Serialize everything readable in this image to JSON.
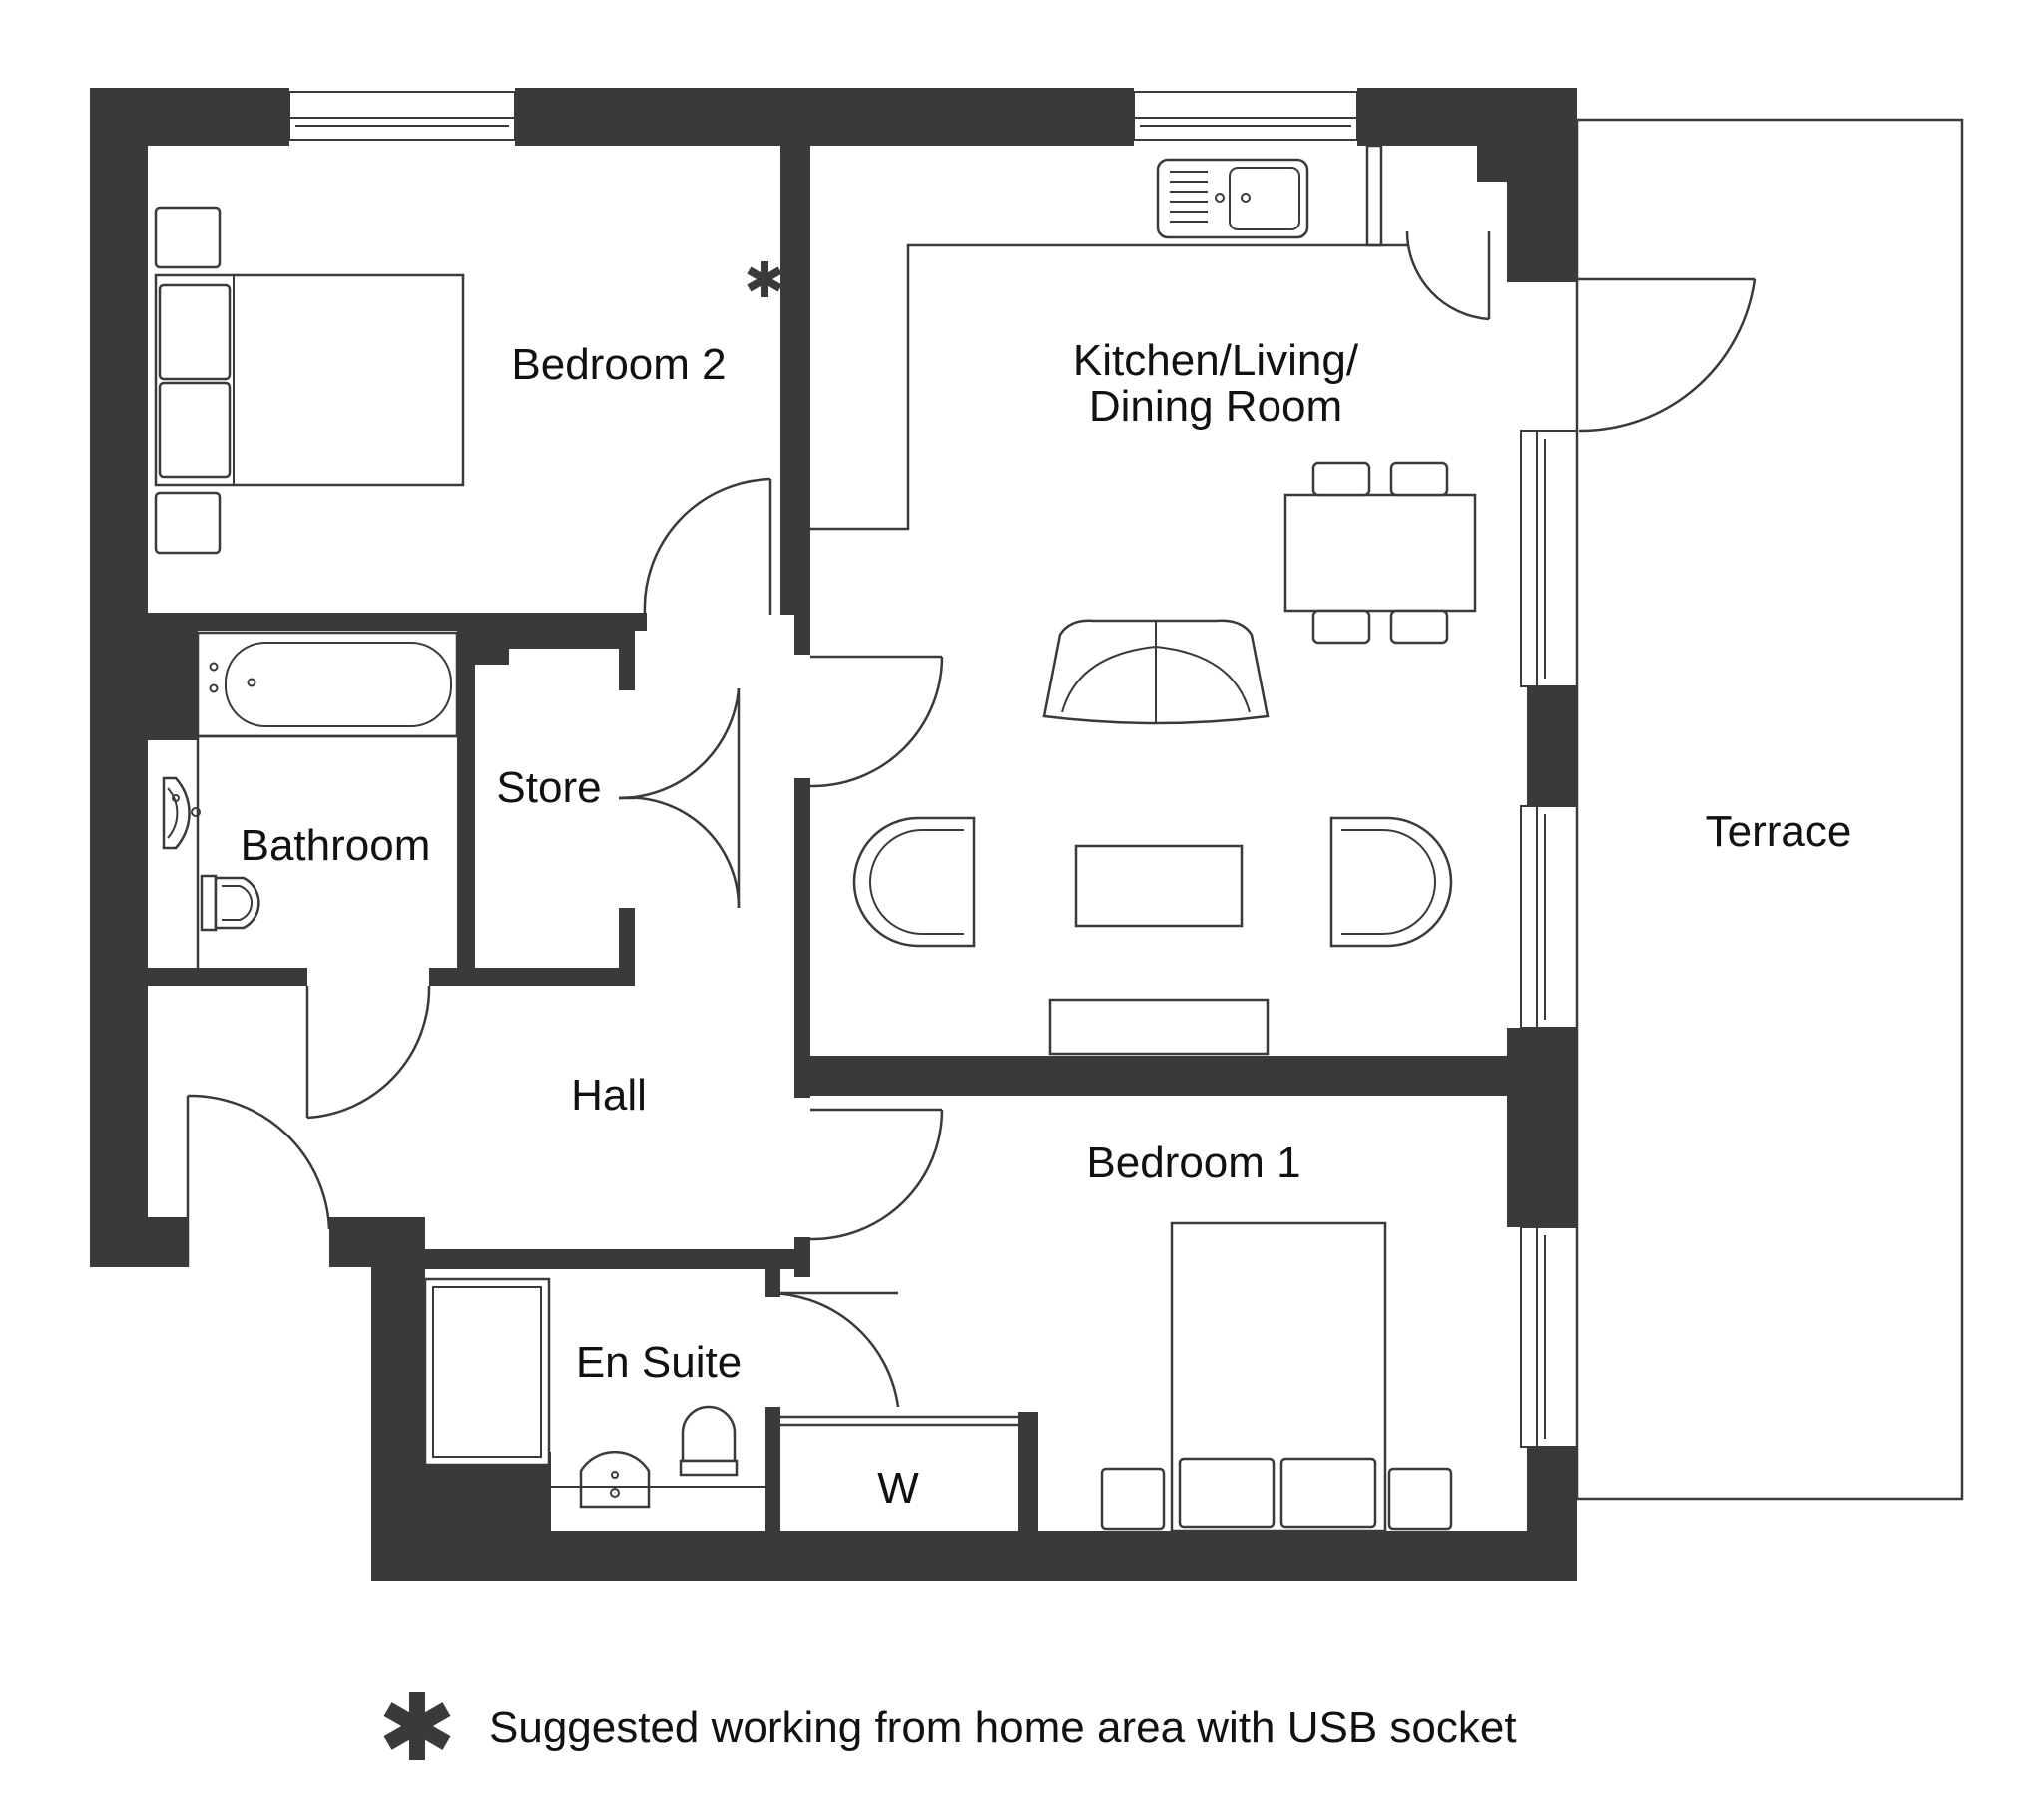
{
  "rooms": {
    "bedroom2": "Bedroom 2",
    "kitchen_line1": "Kitchen/Living/",
    "kitchen_line2": "Dining Room",
    "store": "Store",
    "bathroom": "Bathroom",
    "terrace": "Terrace",
    "hall": "Hall",
    "bedroom1": "Bedroom 1",
    "en_suite": "En Suite",
    "wardrobe": "W"
  },
  "legend": {
    "symbol": "*",
    "text": "Suggested working from home area with USB socket"
  },
  "colors": {
    "wall": "#3a3a3a",
    "background": "#ffffff"
  }
}
